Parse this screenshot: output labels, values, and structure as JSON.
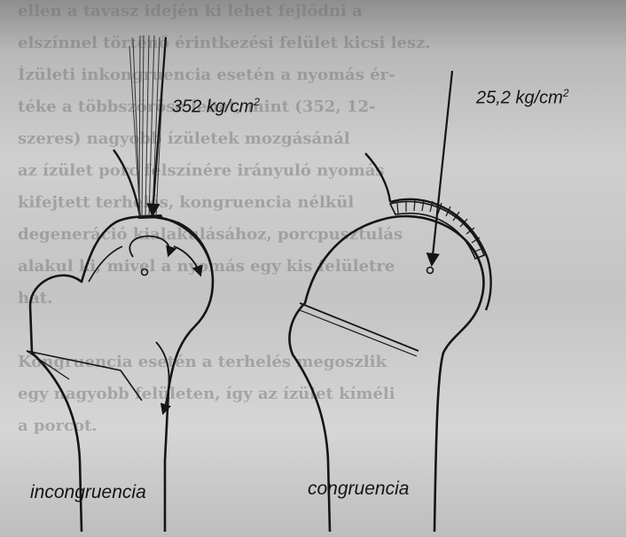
{
  "figure": {
    "left_panel": {
      "pressure_value": "352 kg/cm",
      "pressure_exponent": "2",
      "caption": "incongruencia"
    },
    "right_panel": {
      "pressure_value": "25,2 kg/cm",
      "pressure_exponent": "2",
      "caption": "congruencia"
    }
  },
  "bleed_through_text": [
    "ellen a tavasz idején ki lehet fejlődni a",
    "elszínnel történő érintkezési felület kicsi lesz.",
    "Ízületi inkongruencia esetén a nyomás ér-",
    "téke a többszöröse lehet, mint (352, 12-",
    "szeres) nagyobb ízületek mozgásánál",
    "az ízület porc felszínére irányuló nyomás",
    "kifejtett terhelés, kongruencia nélkül",
    "degeneráció kialakulásához, porcpusztulás",
    "alakul ki, mivel a nyomás egy kis felületre",
    "hat.",
    "",
    "Kongruencia esetén a terhelés megoszlik",
    "egy nagyobb felületen, így az ízület kíméli",
    "a porcot."
  ],
  "colors": {
    "ink": "#151515",
    "paper": "#c8c8c8"
  }
}
